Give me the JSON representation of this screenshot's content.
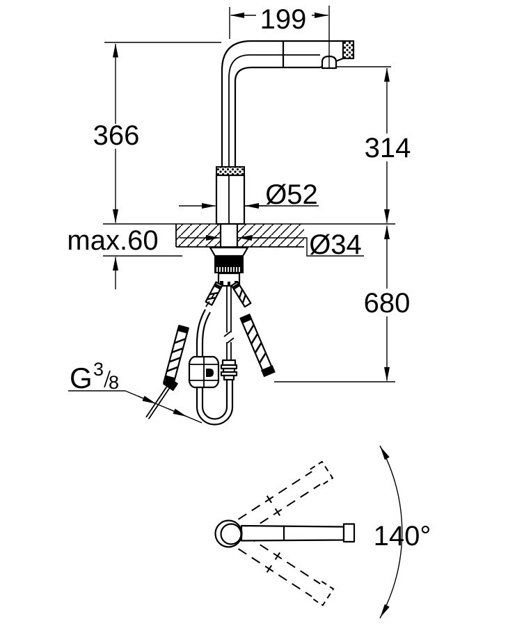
{
  "drawing": {
    "labels": {
      "spout_reach": "199",
      "total_height": "366",
      "outlet_height": "314",
      "body_diameter": "Ø52",
      "max_deck_thickness": "max.60",
      "hole_diameter": "Ø34",
      "hose_length": "680",
      "thread_letter": "G",
      "thread_numerator": "3",
      "thread_denominator": "8",
      "swivel_angle": "140°"
    },
    "colors": {
      "line": "#000000",
      "background": "#ffffff"
    }
  }
}
